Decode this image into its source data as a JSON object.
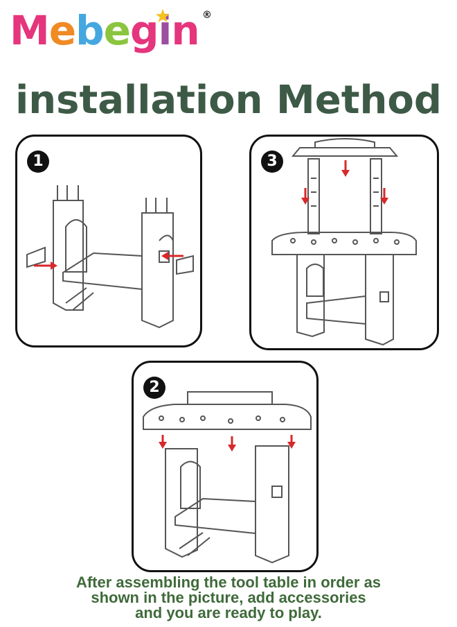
{
  "brand": {
    "letters": [
      {
        "char": "M",
        "color": "#e5357c"
      },
      {
        "char": "e",
        "color": "#f08a24"
      },
      {
        "char": "b",
        "color": "#45a7e0"
      },
      {
        "char": "e",
        "color": "#8bc53f"
      },
      {
        "char": "g",
        "color": "#e5357c"
      },
      {
        "char": "i",
        "color": "#9b4fa0"
      },
      {
        "char": "n",
        "color": "#e5357c"
      }
    ],
    "registered_mark": "®",
    "star_color": "#f6c21c"
  },
  "heading": "installation Method",
  "steps": [
    {
      "number": "1"
    },
    {
      "number": "3"
    },
    {
      "number": "2"
    }
  ],
  "footer_lines": [
    "After assembling the tool table in order as",
    "shown in the picture, add accessories",
    "and you are ready to play."
  ],
  "colors": {
    "heading": "#3d5a46",
    "footer": "#3f6a3a",
    "arrow": "#d8282a",
    "line_art": "#555555"
  }
}
